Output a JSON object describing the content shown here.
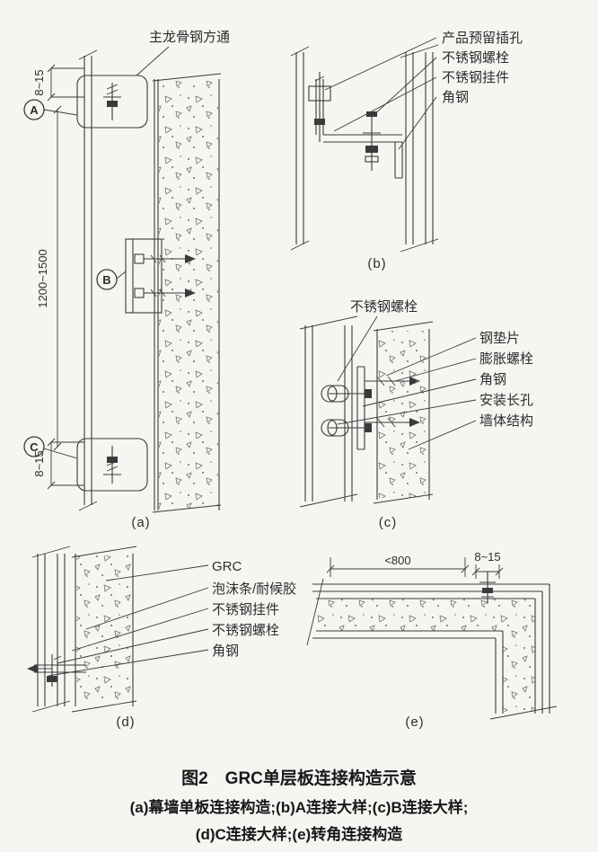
{
  "caption": {
    "title": "图2　GRC单层板连接构造示意",
    "line1": "(a)幕墙单板连接构造;(b)A连接大样;(c)B连接大样;",
    "line2": "(d)C连接大样;(e)转角连接构造"
  },
  "panel_a": {
    "tag": "(a)",
    "callout_main_keel": "主龙骨钢方通",
    "dim_gap_top": "8~15",
    "dim_span": "1200~1500",
    "dim_gap_bottom": "8~15",
    "node_a": "A",
    "node_b": "B",
    "node_c": "C"
  },
  "panel_b": {
    "tag": "(b)",
    "labels": {
      "socket": "产品预留插孔",
      "bolt": "不锈钢螺栓",
      "hanger": "不锈钢挂件",
      "angle": "角钢"
    }
  },
  "panel_c": {
    "tag": "(c)",
    "label_bolt": "不锈钢螺栓",
    "labels": {
      "washer": "钢垫片",
      "expansion_bolt": "膨胀螺栓",
      "angle": "角钢",
      "slot": "安装长孔",
      "wall": "墙体结构"
    }
  },
  "panel_d": {
    "tag": "(d)",
    "labels": {
      "grc": "GRC",
      "foam": "泡沫条/耐候胶",
      "hanger": "不锈钢挂件",
      "bolt": "不锈钢螺栓",
      "angle": "角钢"
    }
  },
  "panel_e": {
    "tag": "(e)",
    "dim_width": "<800",
    "dim_gap": "8~15"
  }
}
